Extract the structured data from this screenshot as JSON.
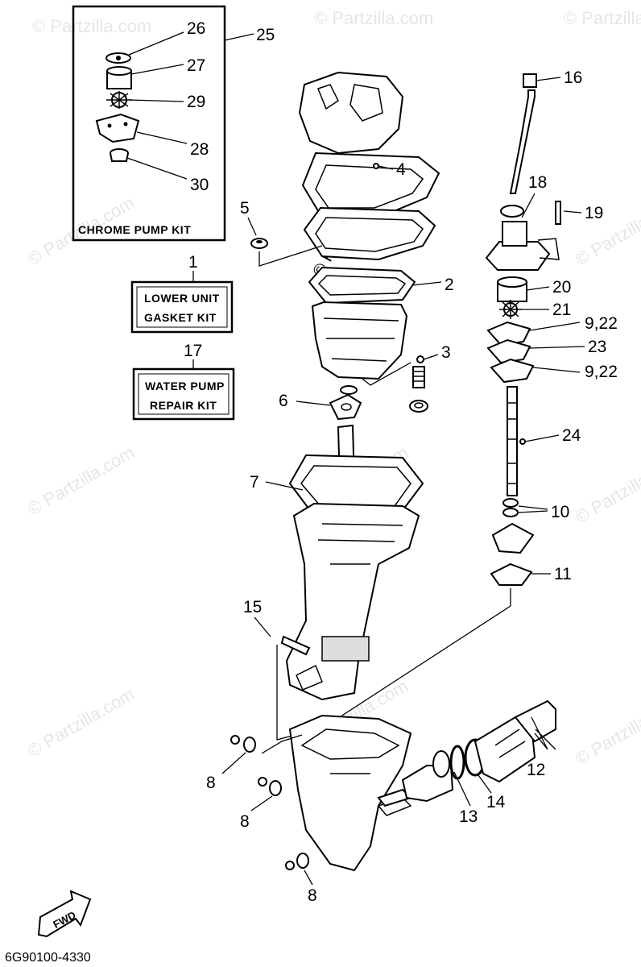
{
  "watermark": "© Partzilla.com",
  "diagram_code": "6G90100-4330",
  "fwd_label": "FWD",
  "kits": {
    "chrome_pump": {
      "number": "25",
      "label": "CHROME PUMP KIT"
    },
    "lower_unit": {
      "number": "1",
      "line1": "LOWER UNIT",
      "line2": "GASKET KIT"
    },
    "water_pump": {
      "number": "17",
      "line1": "WATER PUMP",
      "line2": "REPAIR KIT"
    }
  },
  "callouts": {
    "c2": "2",
    "c3": "3",
    "c4": "4",
    "c5": "5",
    "c6": "6",
    "c7": "7",
    "c8a": "8",
    "c8b": "8",
    "c8c": "8",
    "c9a": "9,22",
    "c9b": "9,22",
    "c10": "10",
    "c11": "11",
    "c12": "12",
    "c13": "13",
    "c14": "14",
    "c15": "15",
    "c16": "16",
    "c18": "18",
    "c19": "19",
    "c20": "20",
    "c21": "21",
    "c23": "23",
    "c24": "24",
    "c26": "26",
    "c27": "27",
    "c28": "28",
    "c29": "29",
    "c30": "30"
  }
}
